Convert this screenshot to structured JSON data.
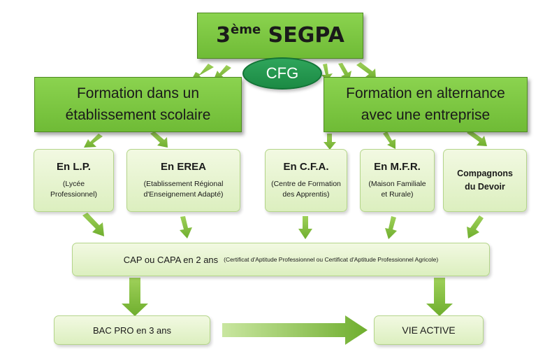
{
  "top": {
    "title_base": "3",
    "title_sup": "ème",
    "title_rest": "SEGPA",
    "ellipse_label": "CFG"
  },
  "formations": [
    {
      "line1": "Formation dans un",
      "line2": "établissement scolaire"
    },
    {
      "line1": "Formation en alternance",
      "line2": "avec une entreprise"
    }
  ],
  "schools": [
    {
      "head": "En L.P.",
      "detail1": "(Lycée",
      "detail2": "Professionnel)"
    },
    {
      "head": "En EREA",
      "detail1": "(Etablissement Régional",
      "detail2": "d'Enseignement Adapté)"
    },
    {
      "head": "En C.F.A.",
      "detail1": "(Centre de Formation",
      "detail2": "des Apprentis)"
    },
    {
      "head": "En M.F.R.",
      "detail1": "(Maison Familiale",
      "detail2": "et Rurale)"
    },
    {
      "line1": "Compagnons",
      "line2": "du Devoir"
    }
  ],
  "cap": {
    "main": "CAP ou CAPA en 2 ans",
    "detail": "(Certificat d'Aptitude Professionnel ou Certificat d'Aptitude Professionnel Agricole)"
  },
  "outcomes": {
    "bac": "BAC PRO en 3 ans",
    "vie": "VIE ACTIVE"
  },
  "colors": {
    "dark_green": "#7ac943",
    "light_green": "#e6f4d0",
    "ellipse_green": "#239b50",
    "arrow_green": "#8cc63f"
  }
}
